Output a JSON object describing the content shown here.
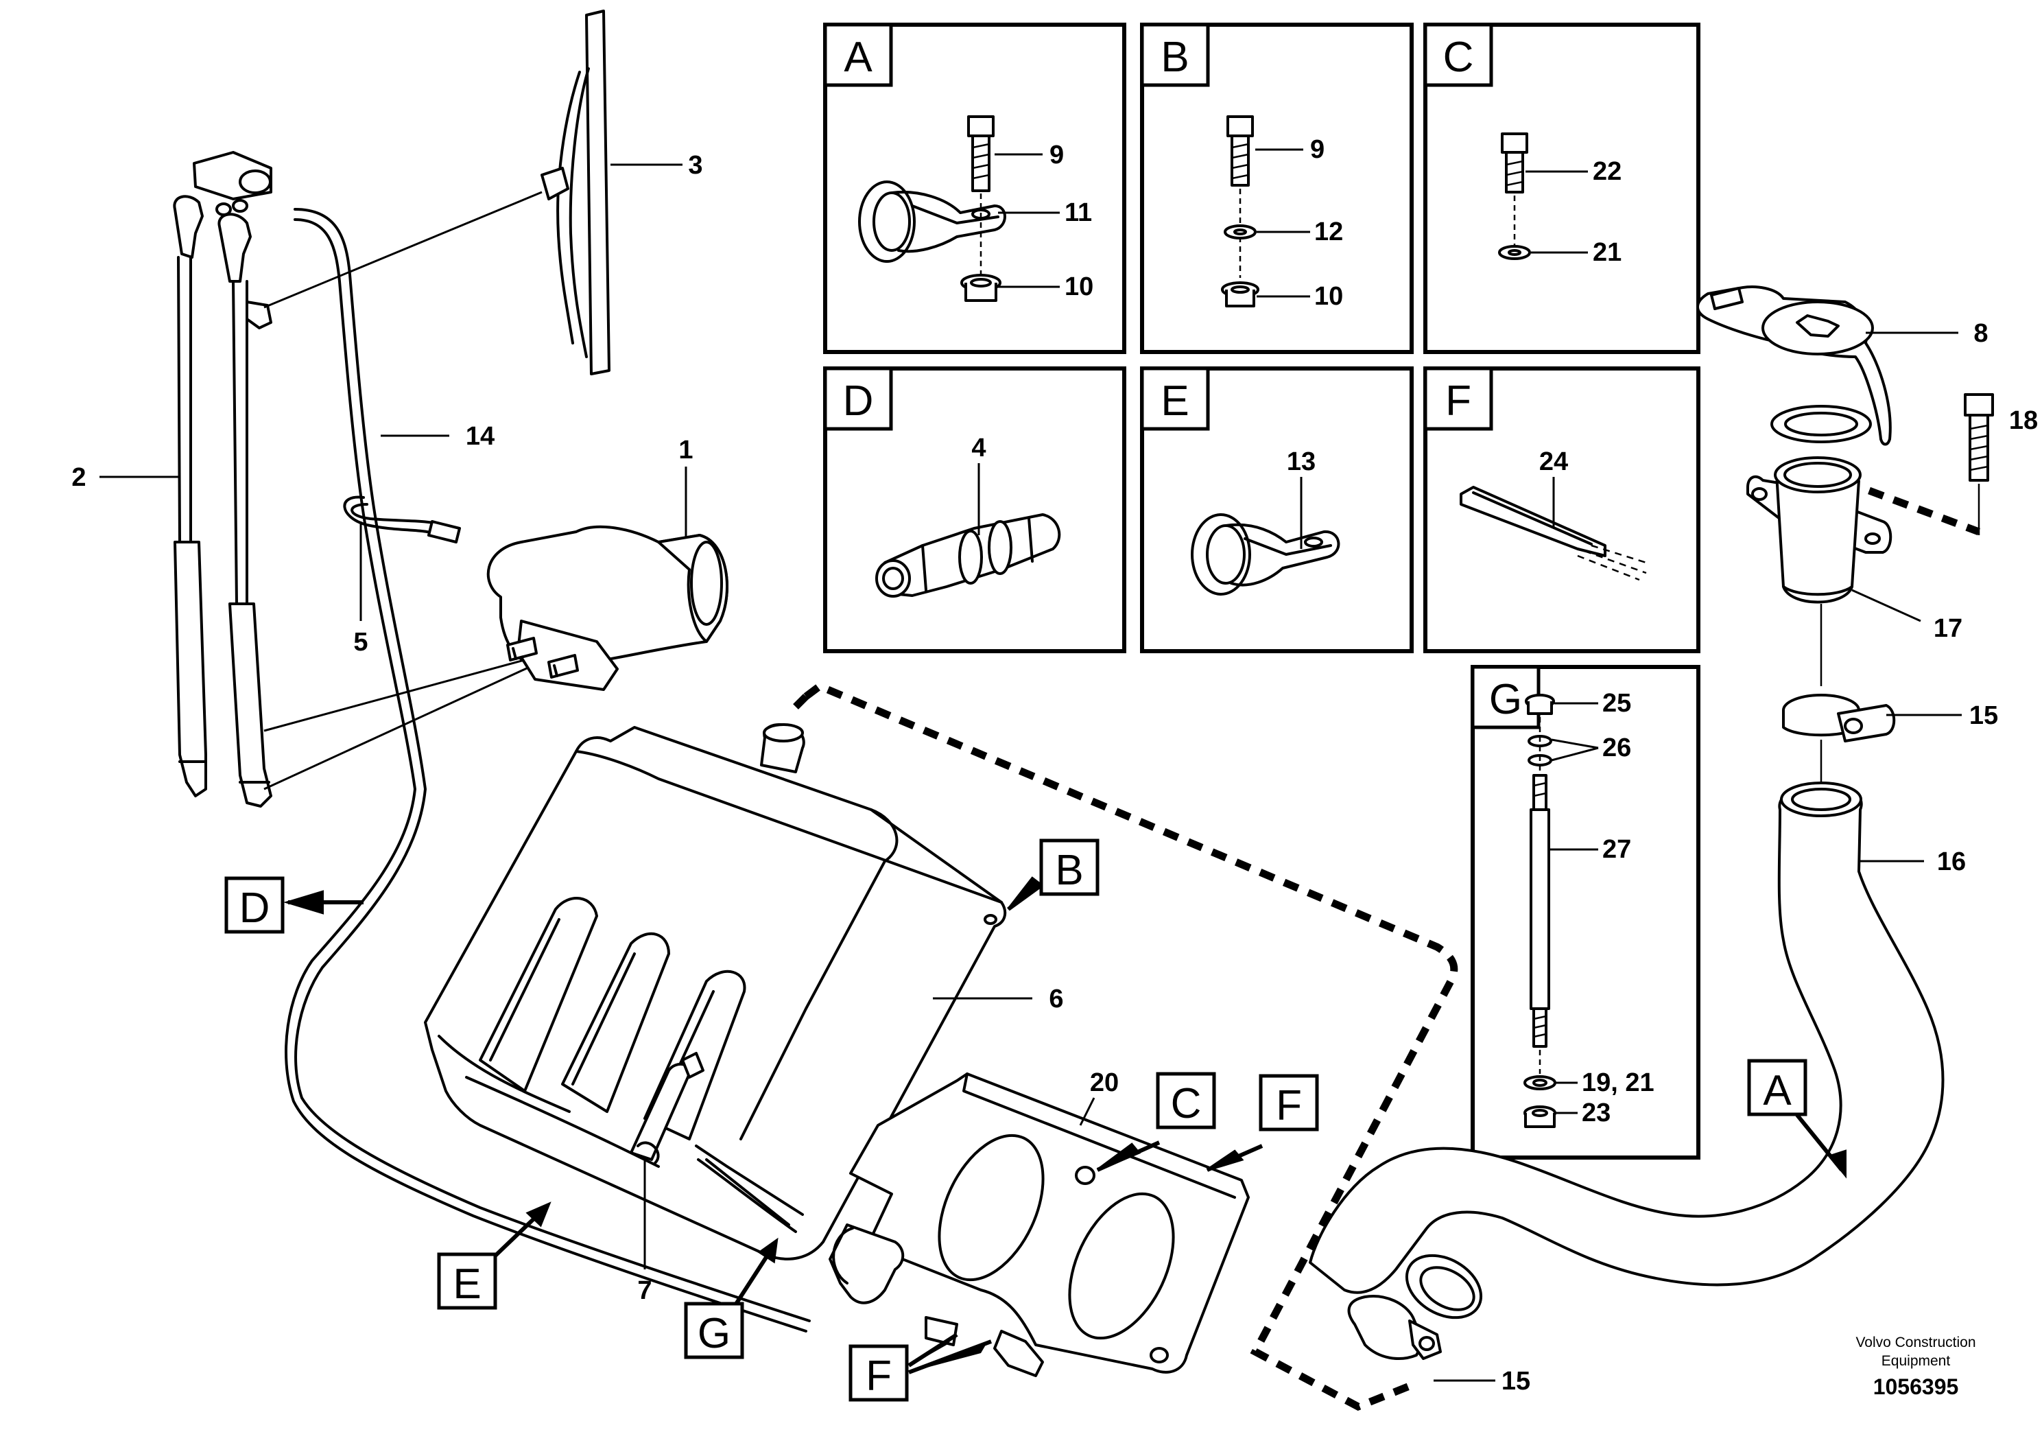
{
  "brand": {
    "line1": "Volvo Construction",
    "line2": "Equipment"
  },
  "drawing_number": "1056395",
  "detail_boxes": {
    "A": {
      "letter": "A",
      "labels": [
        "9",
        "11",
        "10"
      ]
    },
    "B": {
      "letter": "B",
      "labels": [
        "9",
        "12",
        "10"
      ]
    },
    "C": {
      "letter": "C",
      "labels": [
        "22",
        "21"
      ]
    },
    "D": {
      "letter": "D",
      "labels": [
        "4"
      ]
    },
    "E": {
      "letter": "E",
      "labels": [
        "13"
      ]
    },
    "F": {
      "letter": "F",
      "labels": [
        "24"
      ]
    },
    "G": {
      "letter": "G",
      "labels": [
        "25",
        "26",
        "27",
        "19, 21",
        "23"
      ]
    }
  },
  "callout_letters": {
    "B": "B",
    "C": "C",
    "F1": "F",
    "F2": "F",
    "D": "D",
    "E": "E",
    "G": "G",
    "A": "A"
  },
  "part_labels": {
    "p1": "1",
    "p2": "2",
    "p3": "3",
    "p5": "5",
    "p6": "6",
    "p7": "7",
    "p8": "8",
    "p14": "14",
    "p15a": "15",
    "p15b": "15",
    "p16": "16",
    "p17": "17",
    "p18": "18",
    "p20": "20"
  }
}
